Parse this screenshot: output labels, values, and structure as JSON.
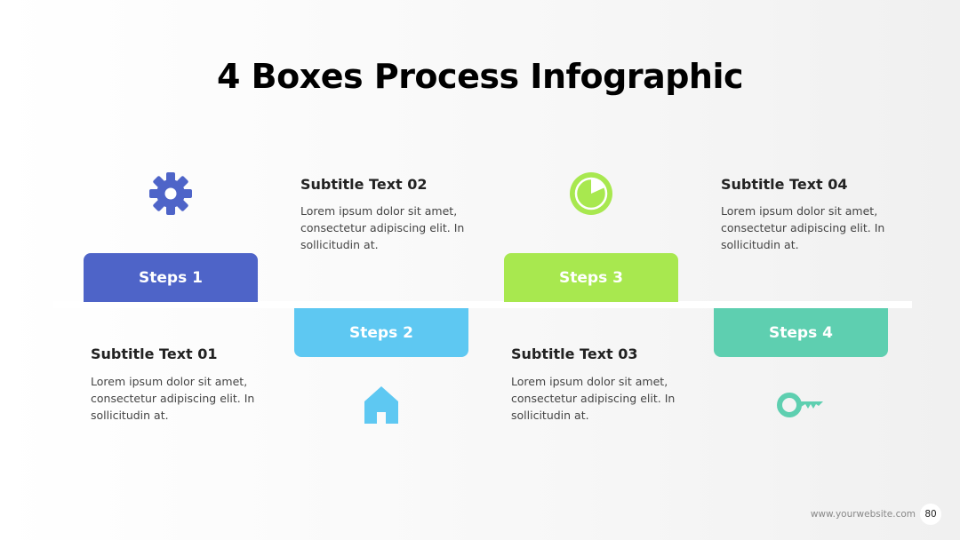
{
  "title": "4 Boxes Process Infographic",
  "colors": {
    "step1": "#4e64c8",
    "step2": "#5ec8f2",
    "step3": "#a8e84f",
    "step4": "#5ecfb0"
  },
  "steps": [
    {
      "label": "Steps 1",
      "subtitle": "Subtitle Text  01",
      "body": "Lorem ipsum dolor sit amet, consectetur adipiscing elit. In sollicitudin at.",
      "icon": "gear-icon"
    },
    {
      "label": "Steps 2",
      "subtitle": "Subtitle Text  02",
      "body": "Lorem ipsum dolor sit amet, consectetur adipiscing elit. In sollicitudin at.",
      "icon": "home-icon"
    },
    {
      "label": "Steps 3",
      "subtitle": "Subtitle Text  03",
      "body": "Lorem ipsum dolor sit amet, consectetur adipiscing elit. In sollicitudin at.",
      "icon": "pie-chart-icon"
    },
    {
      "label": "Steps 4",
      "subtitle": "Subtitle Text  04",
      "body": "Lorem ipsum dolor sit amet, consectetur adipiscing elit. In sollicitudin at.",
      "icon": "key-icon"
    }
  ],
  "footer": {
    "url": "www.yourwebsite.com",
    "page_number": "80"
  }
}
